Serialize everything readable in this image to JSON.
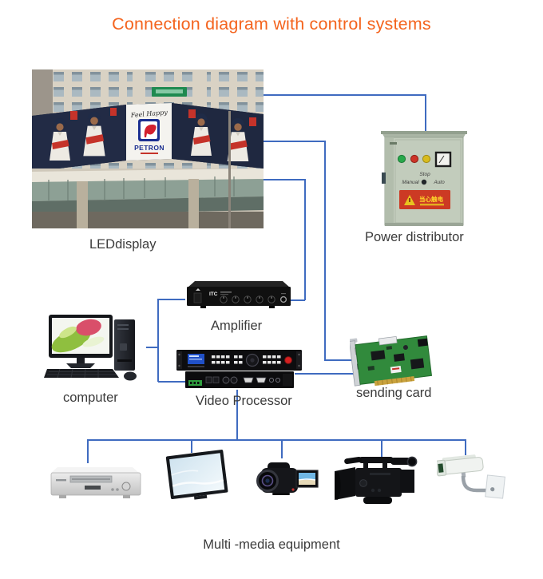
{
  "title": "Connection diagram with control systems",
  "colors": {
    "accent": "#f4641e",
    "connector": "#3f6bc0",
    "label": "#3b3b3b"
  },
  "nodes": {
    "led_display": {
      "label": "LEDdisplay",
      "billboard_brand": "PETRON",
      "billboard_tagline": "Feel Happy"
    },
    "power_distributor": {
      "label": "Power distributor",
      "switch_stop": "Stop",
      "switch_manual": "Manual",
      "switch_auto": "Auto",
      "warning_text": "当心触电"
    },
    "amplifier": {
      "label": "Amplifier",
      "brand": "ITC"
    },
    "computer": {
      "label": "computer"
    },
    "video_processor": {
      "label": "Video Processor"
    },
    "sending_card": {
      "label": "sending card"
    },
    "multimedia": {
      "label": "Multi -media equipment",
      "devices": [
        "dvd-player",
        "tv-monitor",
        "camcorder",
        "broadcast-camera",
        "cctv-camera"
      ]
    }
  },
  "edges": [
    {
      "from": "led-display",
      "to": "power-distributor"
    },
    {
      "from": "led-display",
      "to": "sending-card"
    },
    {
      "from": "led-display",
      "to": "amplifier"
    },
    {
      "from": "computer",
      "to": "amplifier"
    },
    {
      "from": "computer",
      "to": "video-processor"
    },
    {
      "from": "video-processor",
      "to": "sending-card"
    },
    {
      "from": "video-processor",
      "to": "multimedia-bus"
    }
  ]
}
